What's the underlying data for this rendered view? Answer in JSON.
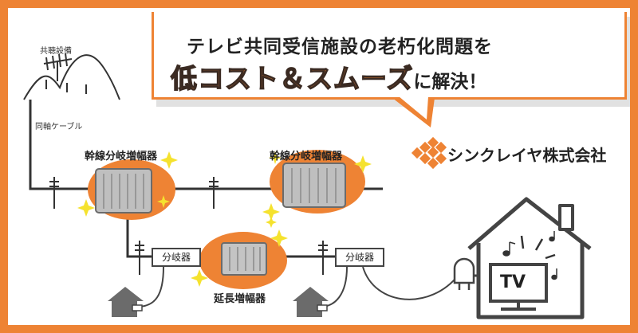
{
  "headline": {
    "line1": "テレビ共同受信施設の老朽化問題を",
    "emphasis": "低コスト＆スムーズ",
    "suffix": "に解決！"
  },
  "brand": {
    "name": "シンクレイヤ株式会社",
    "accent_color": "#ee8334"
  },
  "diagram": {
    "shared_reception_label": "共聴設備",
    "coax_cable_label": "同軸ケーブル",
    "trunk_amp_label_1": "幹線分岐増幅器",
    "trunk_amp_label_2": "幹線分岐増幅器",
    "extension_amp_label": "延長増幅器",
    "splitter_label_1": "分岐器",
    "splitter_label_2": "分岐器",
    "tv_label": "TV"
  },
  "colors": {
    "frame": "#ee8334",
    "highlight_blob": "#ee8334",
    "sparkle": "#f5e22e",
    "line": "#333333"
  }
}
